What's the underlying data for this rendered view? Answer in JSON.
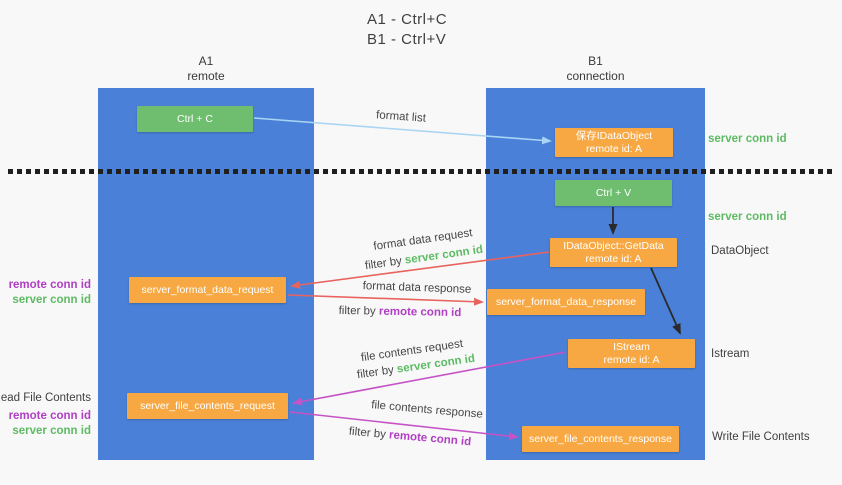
{
  "title": {
    "line1": "A1 - Ctrl+C",
    "line2": "B1 - Ctrl+V"
  },
  "lifelines": {
    "left": {
      "name": "A1",
      "subtitle": "remote"
    },
    "right": {
      "name": "B1",
      "subtitle": "connection"
    }
  },
  "nodes": {
    "ctrl_c": {
      "label": "Ctrl + C"
    },
    "save_idataobject": {
      "line1": "保存IDataObject",
      "line2": "remote id: A"
    },
    "ctrl_v": {
      "label": "Ctrl + V"
    },
    "getdata": {
      "line1": "IDataObject::GetData",
      "line2": "remote id: A"
    },
    "server_format_data_request": {
      "label": "server_format_data_request"
    },
    "server_format_data_response": {
      "label": "server_format_data_response"
    },
    "istream": {
      "line1": "IStream",
      "line2": "remote id: A"
    },
    "server_file_contents_request": {
      "label": "server_file_contents_request"
    },
    "server_file_contents_response": {
      "label": "server_file_contents_response"
    }
  },
  "arrow_labels": {
    "format_list": "format list",
    "format_data_request": "format data request",
    "format_data_response": "format data response",
    "file_contents_request": "file contents request",
    "file_contents_response": "file contents response",
    "filter_by": "filter by ",
    "server_conn_id": "server conn id",
    "remote_conn_id": "remote conn id"
  },
  "right_labels": {
    "server_conn_id_1": "server conn id",
    "server_conn_id_2": "server conn id",
    "dataobject": "DataObject",
    "istream": "Istream",
    "write_file_contents": "Write File Contents"
  },
  "left_labels": {
    "remote_conn_id_1": "remote conn id",
    "server_conn_id_1": "server conn id",
    "read_file_contents": "Read File Contents",
    "remote_conn_id_2": "remote conn id",
    "server_conn_id_2": "server conn id"
  },
  "colors": {
    "bg": "#f8f8f8",
    "lifeline_blue": "#4a80d8",
    "box_green": "#6fbe70",
    "box_orange": "#f7a843",
    "text_green": "#5dbb63",
    "text_purple": "#b03fc4",
    "arrow_red": "#e8635e",
    "arrow_magenta": "#c653c6",
    "arrow_blue": "#a9d5f3",
    "arrow_black": "#2a2a2a"
  }
}
